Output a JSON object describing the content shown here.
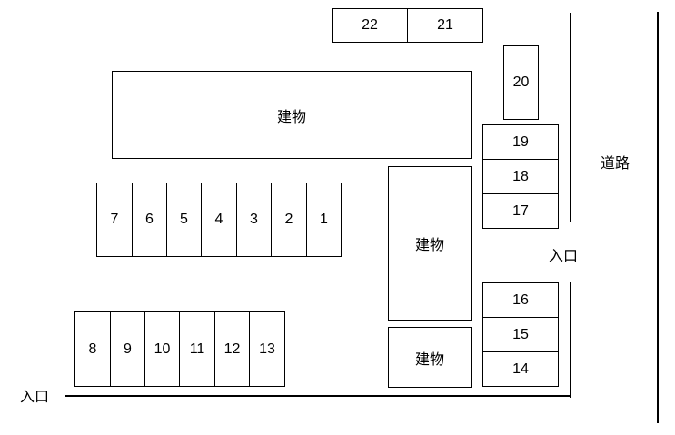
{
  "lots": [
    "1",
    "2",
    "3",
    "4",
    "5",
    "6",
    "7",
    "8",
    "9",
    "10",
    "11",
    "12",
    "13",
    "14",
    "15",
    "16",
    "17",
    "18",
    "19",
    "20",
    "21",
    "22"
  ],
  "buildings": [
    "建物",
    "建物",
    "建物"
  ],
  "road_label": "道路",
  "entrance_labels": [
    "入口",
    "入口"
  ]
}
